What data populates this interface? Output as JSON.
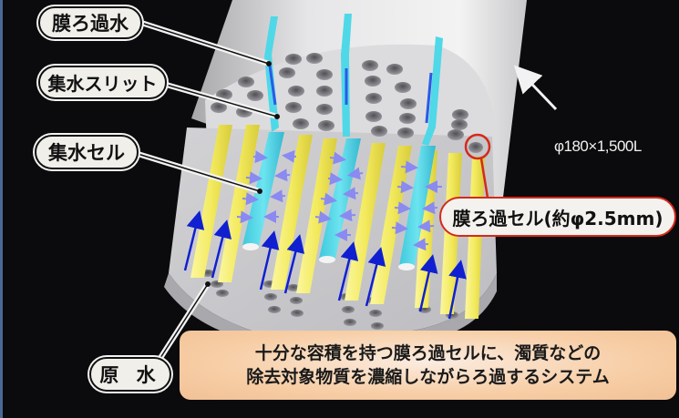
{
  "diagram": {
    "subject": "ceramic membrane filtration module cross-section",
    "labels": {
      "membrane_filtrate": "膜ろ過水",
      "collection_slit": "集水スリット",
      "collection_cell": "集水セル",
      "raw_water": "原 水",
      "filtration_cell": "膜ろ過セル(約φ2.5mm)"
    },
    "dimension": "φ180×1,500L",
    "description": {
      "line1": "十分な容積を持つ膜ろ過セルに、濁質などの",
      "line2": "除去対象物質を濃縮しながらろ過するシステム"
    },
    "colors": {
      "background": "#0b0a0c",
      "module_body": "#d8d8da",
      "filtration_cell": "#f2ea6a",
      "collection_cell": "#4fd8e8",
      "raw_flow_arrow": "#1020d0",
      "permeate_arrow": "#8a8af0",
      "highlight_ring": "#d42a1c",
      "description_box": "#f7cea6"
    }
  }
}
